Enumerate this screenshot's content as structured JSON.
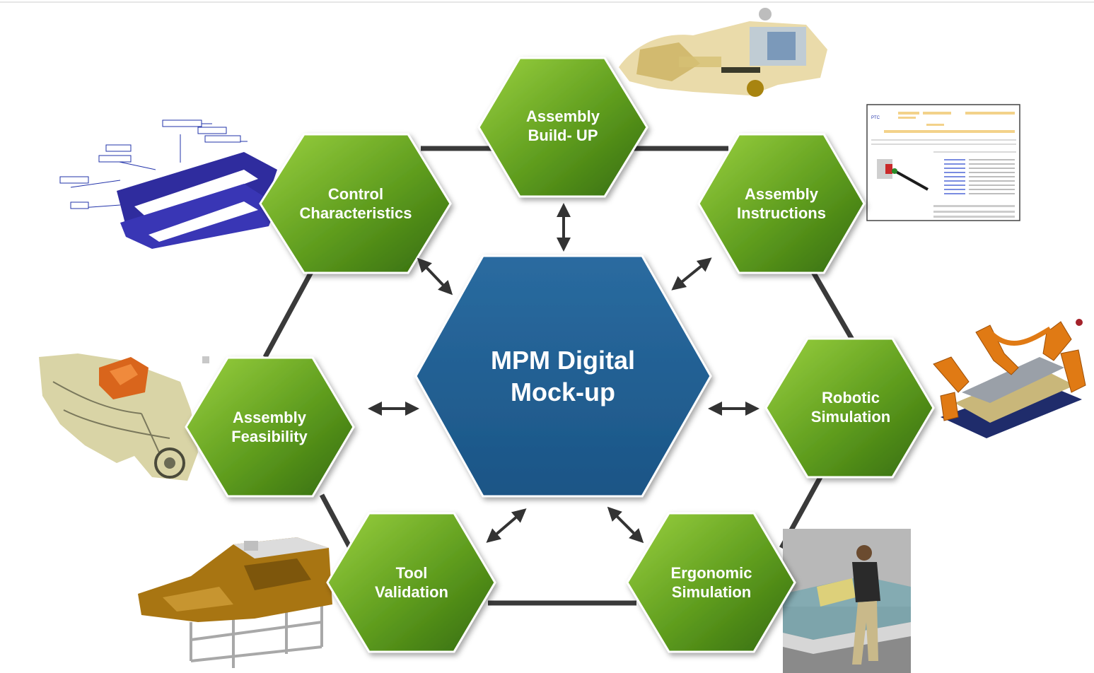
{
  "center": {
    "line1": "MPM Digital",
    "line2": "Mock-up"
  },
  "nodes": {
    "assembly_buildup": {
      "line1": "Assembly",
      "line2": "Build- UP"
    },
    "control_characteristics": {
      "line1": "Control",
      "line2": "Characteristics"
    },
    "assembly_instructions": {
      "line1": "Assembly",
      "line2": "Instructions"
    },
    "assembly_feasibility": {
      "line1": "Assembly",
      "line2": "Feasibility"
    },
    "robotic_simulation": {
      "line1": "Robotic",
      "line2": "Simulation"
    },
    "tool_validation": {
      "line1": "Tool",
      "line2": "Validation"
    },
    "ergonomic_simulation": {
      "line1": "Ergonomic",
      "line2": "Simulation"
    }
  },
  "doc_thumbnail": {
    "logo": "PTC"
  },
  "colors": {
    "center_fill": "#1f5f92",
    "hex_light": "#8cc63f",
    "hex_dark": "#3f7a12",
    "ring": "#3a3a3a",
    "arrow": "#333333"
  },
  "icons": {
    "arrows": "double-headed-arrow",
    "ring": "hexagonal-connector-ring"
  }
}
